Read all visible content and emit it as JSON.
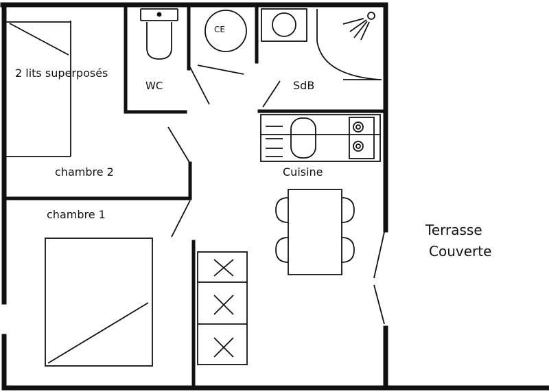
{
  "labels": {
    "beds": "2 lits superposés",
    "wc": "WC",
    "ce": "CE",
    "sdb": "SdB",
    "chambre2": "chambre 2",
    "chambre1": "chambre 1",
    "cuisine": "Cuisine",
    "terrasse_line1": "Terrasse",
    "terrasse_line2": "Couverte"
  },
  "colors": {
    "ink": "#111111",
    "paper": "#ffffff"
  }
}
